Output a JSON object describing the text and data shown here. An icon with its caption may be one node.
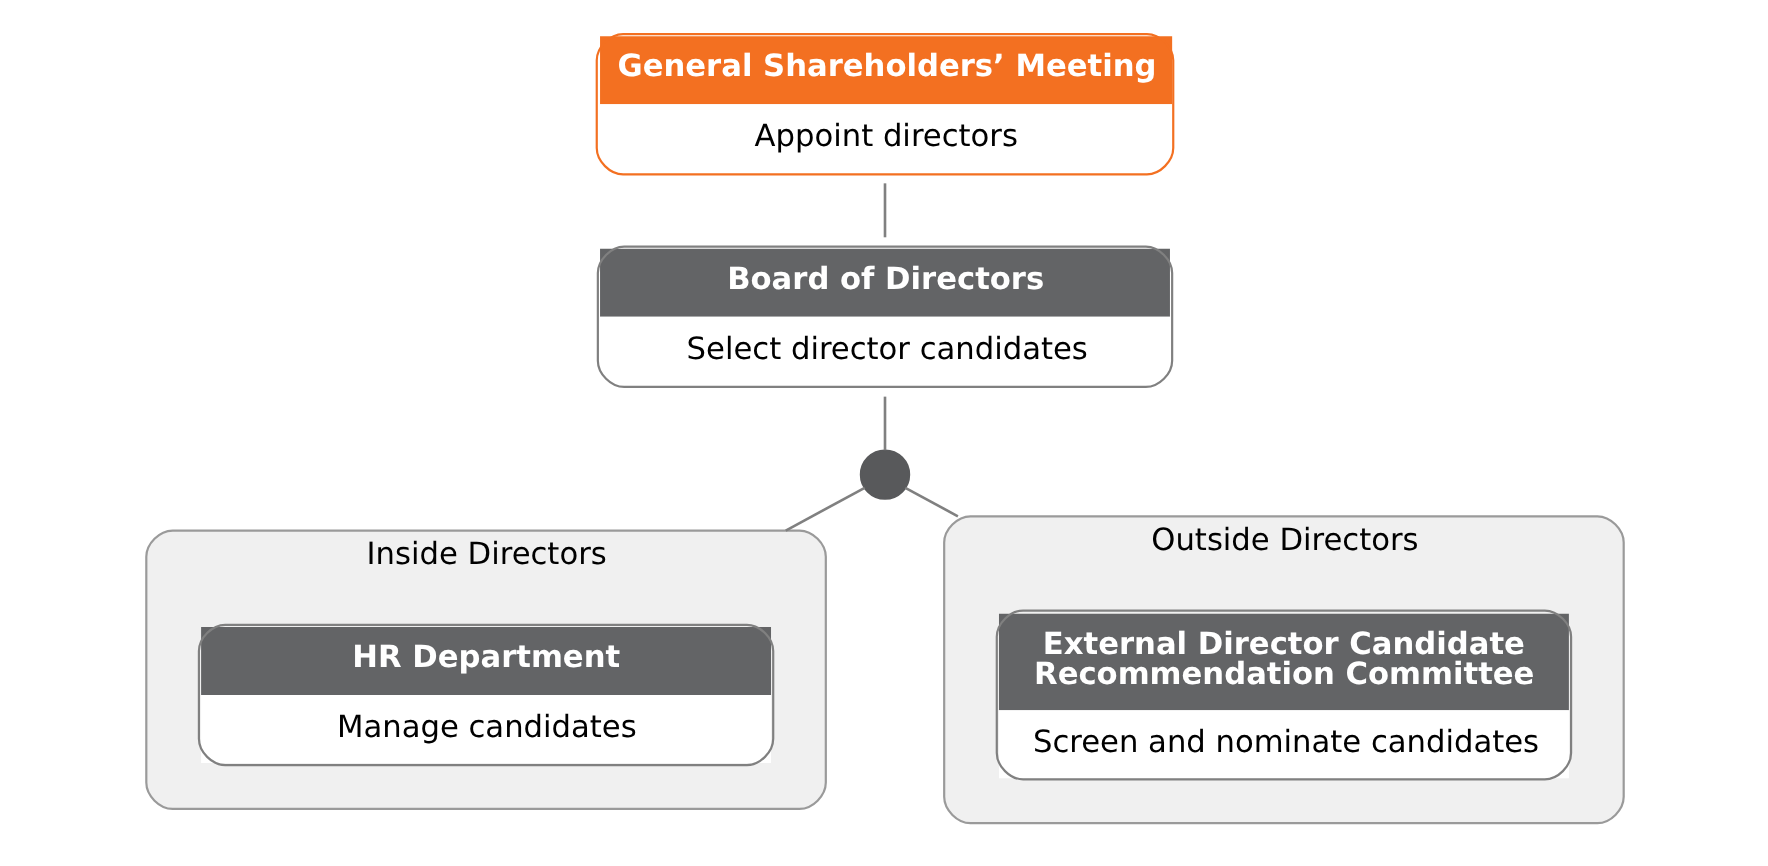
{
  "diagram": {
    "nodes": [
      {
        "text": [
          "General Shareholders’ Meeting",
          "Appoint directors"
        ]
      },
      {
        "text": [
          "Board of Directors",
          "Select director candidates"
        ]
      },
      {
        "text": [],
        "shape": "circle"
      },
      {
        "text": [
          "Inside Directors"
        ]
      },
      {
        "text": [
          "HR Department",
          "Manage candidates"
        ],
        "in": 3
      },
      {
        "text": [
          "Outside Directors"
        ]
      },
      {
        "text": [
          "External Director Candidate Recommendation Committee",
          "Screen and nominate candidates"
        ],
        "in": 5
      }
    ],
    "edges": [
      {
        "from": 0,
        "to": 1,
        "arrow": "none"
      },
      {
        "from": 1,
        "to": 2,
        "arrow": "none"
      },
      {
        "from": 2,
        "to": 3,
        "arrow": "none"
      },
      {
        "from": 2,
        "to": 5,
        "arrow": "none"
      }
    ]
  }
}
